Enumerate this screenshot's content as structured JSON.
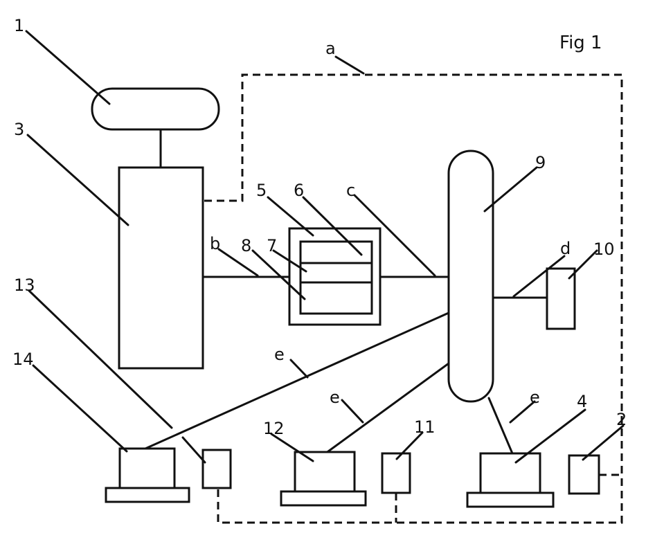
{
  "figure": {
    "title": "Fig 1",
    "numerals": {
      "n1": "1",
      "n2": "2",
      "n3": "3",
      "n4": "4",
      "n5": "5",
      "n6": "6",
      "n7": "7",
      "n8": "8",
      "n9": "9",
      "n10": "10",
      "n11": "11",
      "n12": "12",
      "n13": "13",
      "n14": "14"
    },
    "letters": {
      "a": "a",
      "b": "b",
      "c": "c",
      "d": "d",
      "e1": "e",
      "e2": "e",
      "e3": "e"
    }
  }
}
